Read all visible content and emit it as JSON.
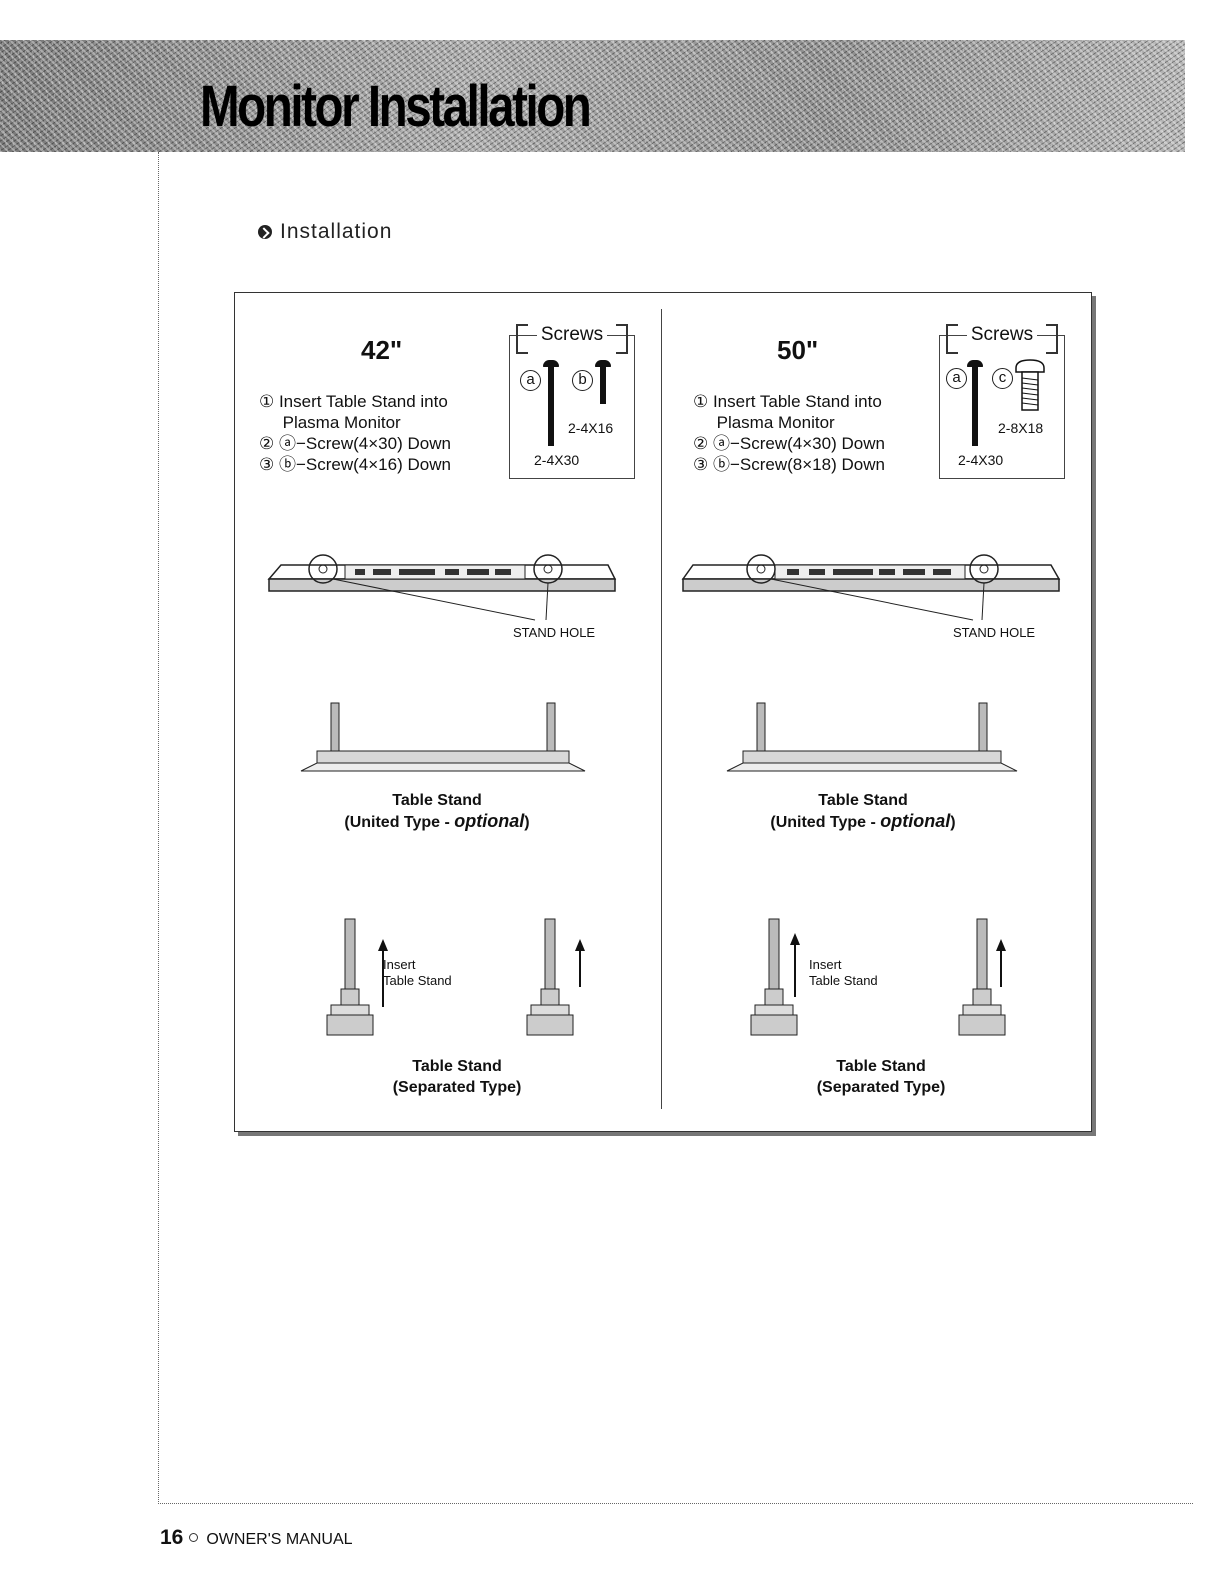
{
  "header": {
    "title": "Monitor Installation"
  },
  "section": {
    "heading": "Installation"
  },
  "left": {
    "size": "42\"",
    "steps": "① Insert Table Stand into\n     Plasma Monitor\n② ⓐ−Screw(4×30) Down\n③ ⓑ−Screw(4×16) Down",
    "screws": {
      "title": "Screws",
      "a_symbol": "a",
      "b_symbol": "b",
      "a_spec": "2-4X30",
      "b_spec": "2-4X16"
    },
    "stand_hole": "STAND HOLE",
    "united_caption_1": "Table Stand",
    "united_caption_2": "(United Type - ",
    "united_optional": "optional",
    "united_caption_3": ")",
    "insert_label_1": "Insert",
    "insert_label_2": "Table Stand",
    "separated_caption_1": "Table Stand",
    "separated_caption_2": "(Separated Type)"
  },
  "right": {
    "size": "50\"",
    "steps": "① Insert Table Stand into\n     Plasma Monitor\n② ⓐ−Screw(4×30) Down\n③ ⓑ−Screw(8×18) Down",
    "screws": {
      "title": "Screws",
      "a_symbol": "a",
      "c_symbol": "c",
      "a_spec": "2-4X30",
      "c_spec": "2-8X18"
    },
    "stand_hole": "STAND HOLE",
    "united_caption_1": "Table Stand",
    "united_caption_2": "(United Type - ",
    "united_optional": "optional",
    "united_caption_3": ")",
    "insert_label_1": "Insert",
    "insert_label_2": "Table Stand",
    "separated_caption_1": "Table Stand",
    "separated_caption_2": "(Separated Type)"
  },
  "footer": {
    "page_number": "16",
    "label": "OWNER'S MANUAL"
  }
}
